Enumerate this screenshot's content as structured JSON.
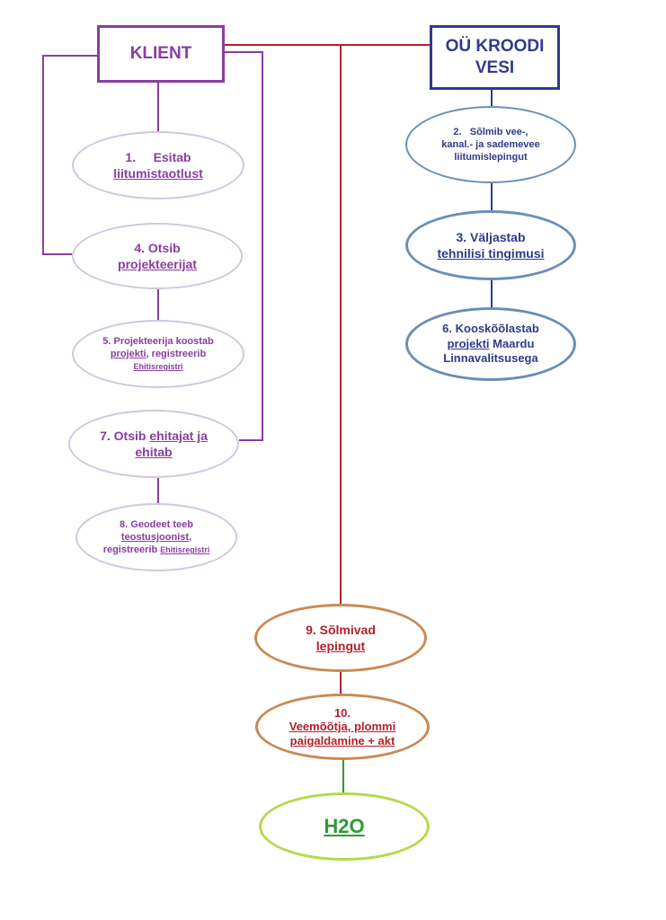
{
  "nodes": {
    "klient": "KLIENT",
    "oy_line1": "OÜ KROODI",
    "oy_line2": "VESI",
    "s1_num": "1.",
    "s1_a": "Esitab",
    "s1_b": "liitumistaotlust",
    "s2_num": "2.",
    "s2_a": "Sõlmib vee-,",
    "s2_b": "kanal.- ja sademevee",
    "s2_c": "liitumislepingut",
    "s3_num": "3.",
    "s3_a": "Väljastab",
    "s3_b": "tehnilisi tingimusi",
    "s4_num": "4.",
    "s4_a": "Otsib",
    "s4_b": "projekteerijat",
    "s5_num": "5.",
    "s5_a": "Projekteerija koostab",
    "s5_b1": "projekti",
    "s5_b2": ", registreerib",
    "s5_c": "Ehitisregistri",
    "s6_num": "6.",
    "s6_a": "Kooskõõlastab",
    "s6_b1": "projekti",
    "s6_b2": " Maardu",
    "s6_c": "Linnavalitsusega",
    "s7_num": "7.",
    "s7_a1": "Otsib ",
    "s7_a2": "ehitajat ja",
    "s7_b": "ehitab",
    "s8_num": "8.",
    "s8_a": "Geodeet teeb",
    "s8_b": "teostusjoonist,",
    "s8_c1": "registreerib ",
    "s8_c2": "Ehitisregistri",
    "s9_num": "9.",
    "s9_a": "Sõlmivad",
    "s9_b": "lepingut",
    "s10_num": "10.",
    "s10_a": "Veemõõtja, plommi",
    "s10_b": "paigaldamine + akt",
    "h2o": "H2O"
  },
  "colors": {
    "klient": "#8a3da0",
    "klient_ellipse_border": "#d3c6de",
    "oy": "#2f3b8c",
    "oy_ellipse_border": "#6a8fb5",
    "contract": "#b5202a",
    "contract_ellipse_border": "#c98a55",
    "h2o": "#2e9a3a",
    "h2o_border": "#b2d94a"
  }
}
